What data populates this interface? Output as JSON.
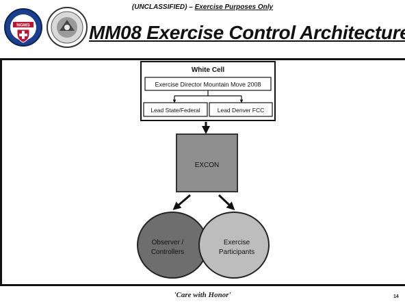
{
  "header": {
    "banner_prefix": "(UNCLASSIFIED) – ",
    "banner_emphasis": "Exercise Purposes Only",
    "title": "MM08 Exercise Control Architecture",
    "left_logo_text": "NGMS"
  },
  "diagram": {
    "white_cell": {
      "title": "White Cell",
      "director": "Exercise Director Mountain Move 2008",
      "lead_left": "Lead State/Federal",
      "lead_right": "Lead Denver FCC"
    },
    "excon": "EXCON",
    "circle_left": {
      "line1": "Observer /",
      "line2": "Controllers"
    },
    "circle_right": {
      "line1": "Exercise",
      "line2": "Participants"
    },
    "colors": {
      "excon_fill": "#8f8f8f",
      "circle_left_fill": "#6e6e6e",
      "circle_right_fill": "#bdbdbd"
    }
  },
  "footer": {
    "motto": "'Care with Honor'",
    "page_number": "14"
  }
}
